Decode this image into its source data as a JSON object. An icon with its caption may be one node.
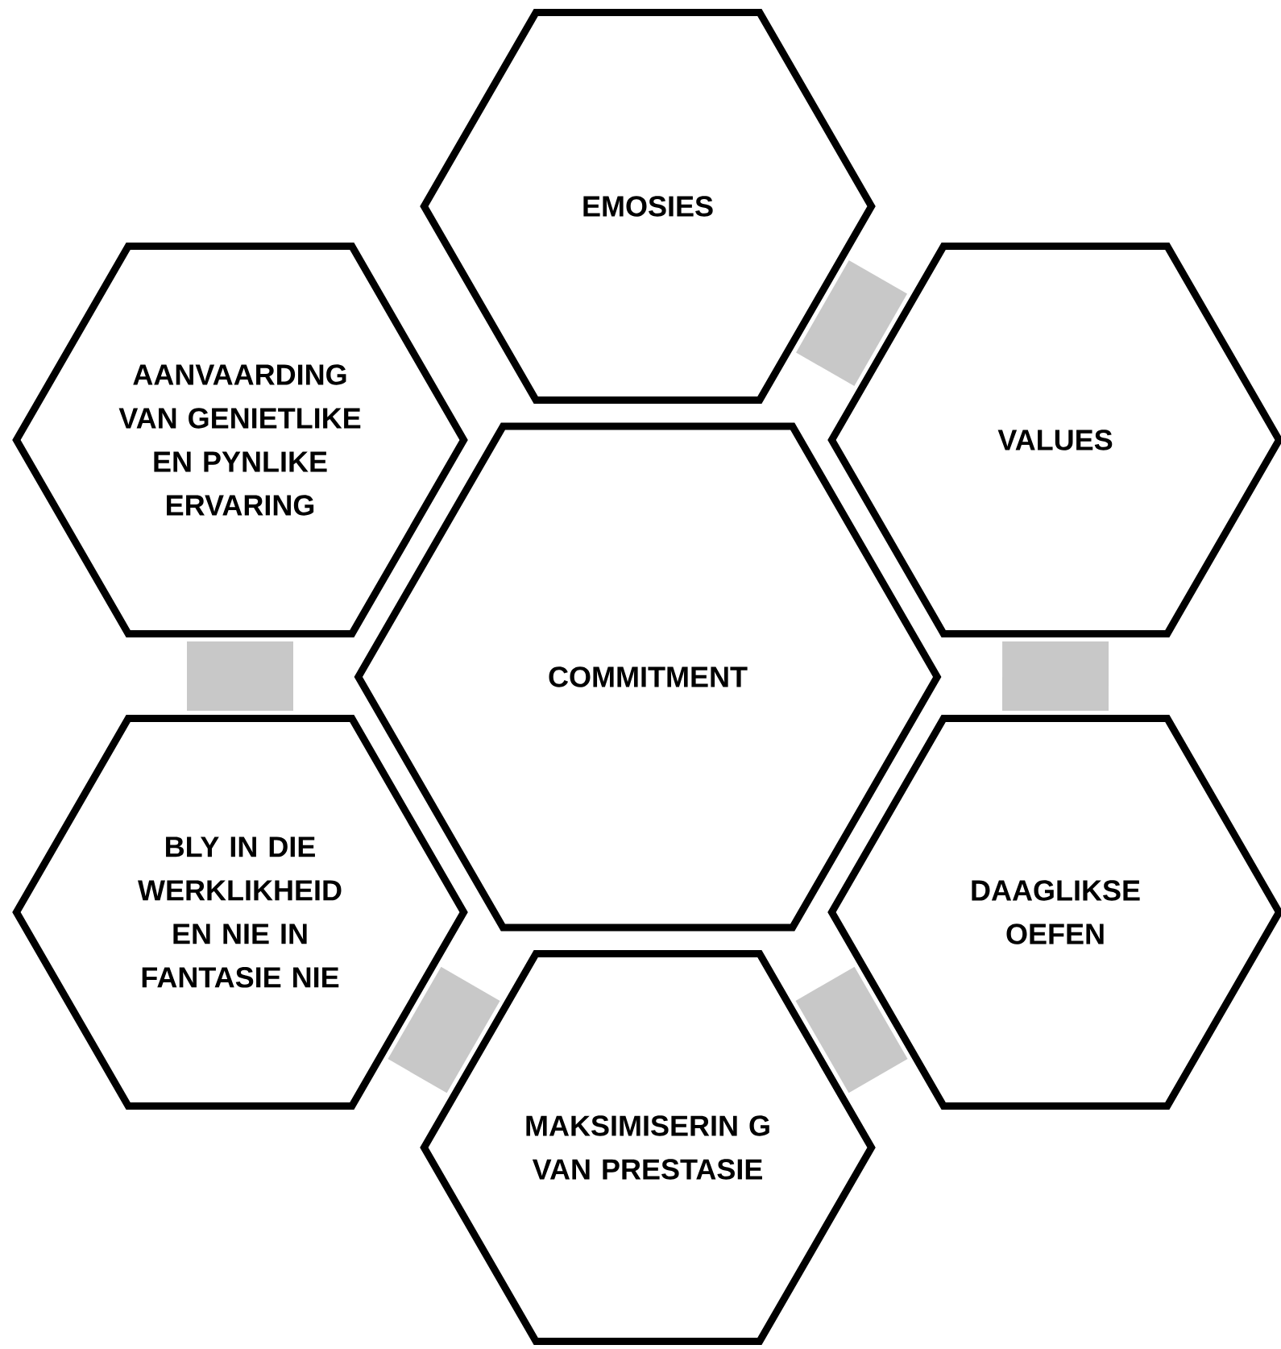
{
  "diagram": {
    "nodes": [
      {
        "text": [
          "EMOSIES"
        ]
      },
      {
        "text": [
          "AANVAARDING VAN GENIETLIKE EN PYNLIKE ERVARING"
        ]
      },
      {
        "text": [
          "VALUES"
        ]
      },
      {
        "text": [
          "COMMITMENT"
        ]
      },
      {
        "text": [
          "BLY IN DIE WERKLIKHEID EN NIE IN FANTASIE NIE"
        ]
      },
      {
        "text": [
          "DAAGLIKSE OEFEN"
        ]
      },
      {
        "text": [
          "MAKSIMISERIN G VAN PRESTASIE"
        ]
      }
    ],
    "edges": [
      {
        "from": 0,
        "to": 2,
        "arrow": "none",
        "color": "#c8c8c8"
      },
      {
        "from": 2,
        "to": 5,
        "arrow": "none",
        "color": "#c8c8c8"
      },
      {
        "from": 5,
        "to": 6,
        "arrow": "none",
        "color": "#c8c8c8"
      },
      {
        "from": 6,
        "to": 4,
        "arrow": "none",
        "color": "#c8c8c8"
      },
      {
        "from": 4,
        "to": 1,
        "arrow": "none",
        "color": "#c8c8c8"
      }
    ]
  }
}
